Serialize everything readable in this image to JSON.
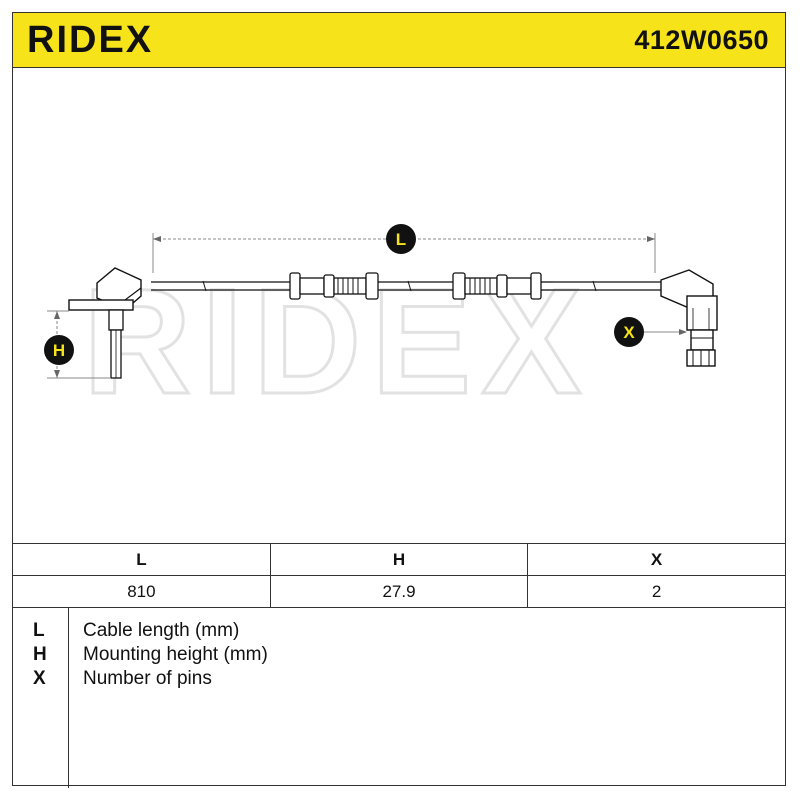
{
  "header": {
    "brand": "RIDEX",
    "part_number": "412W0650"
  },
  "drawing": {
    "watermark": "RIDEX",
    "dimension_labels": {
      "length": "L",
      "height": "H",
      "pins": "X"
    }
  },
  "specs": {
    "columns": [
      "L",
      "H",
      "X"
    ],
    "values": [
      "810",
      "27.9",
      "2"
    ]
  },
  "legend": [
    {
      "key": "L",
      "text": "Cable length (mm)"
    },
    {
      "key": "H",
      "text": "Mounting height (mm)"
    },
    {
      "key": "X",
      "text": "Number of pins"
    }
  ],
  "colors": {
    "brand_yellow": "#f7e31a",
    "marker_fill": "#111111",
    "marker_text": "#f7e31a"
  }
}
